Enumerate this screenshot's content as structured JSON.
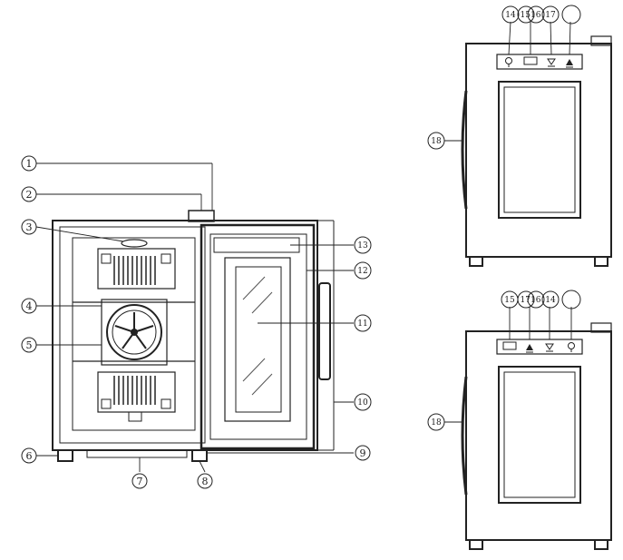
{
  "front_view": {
    "callouts": [
      "1",
      "2",
      "3",
      "4",
      "5",
      "6",
      "7",
      "8",
      "9",
      "10",
      "11",
      "12",
      "13"
    ]
  },
  "panel_top": {
    "markers": [
      "14",
      "15",
      "16",
      "17",
      ""
    ],
    "side_marker": "18"
  },
  "panel_bottom": {
    "markers": [
      "15",
      "17",
      "16",
      "14",
      ""
    ],
    "side_marker": "18"
  },
  "icons": {
    "bulb": "bulb-icon",
    "display": "display-icon",
    "down": "down-arrow-icon",
    "up": "up-arrow-icon"
  }
}
